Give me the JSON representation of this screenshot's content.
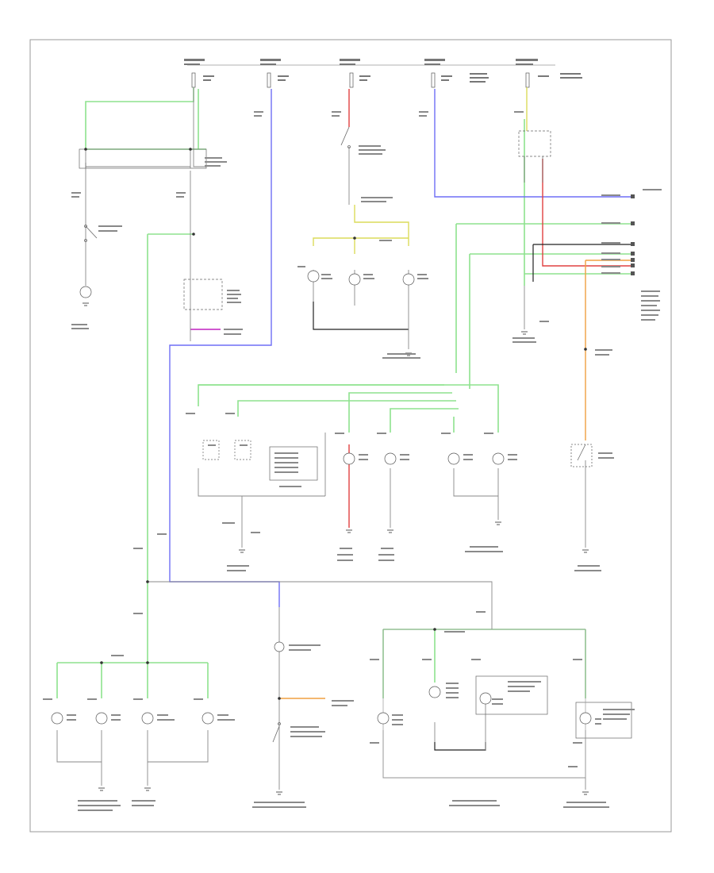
{
  "diagram": {
    "footer_code": "",
    "colors": {
      "green": "#8ee28e",
      "blue": "#6e6ef5",
      "red": "#e04040",
      "yellow": "#dcdc5a",
      "orange": "#f0a040",
      "magenta": "#c020c0",
      "black": "#222222",
      "gray": "#888888",
      "border": "#9a9a9a"
    },
    "fuses": 5,
    "lamps": 17,
    "grounds": 11
  }
}
